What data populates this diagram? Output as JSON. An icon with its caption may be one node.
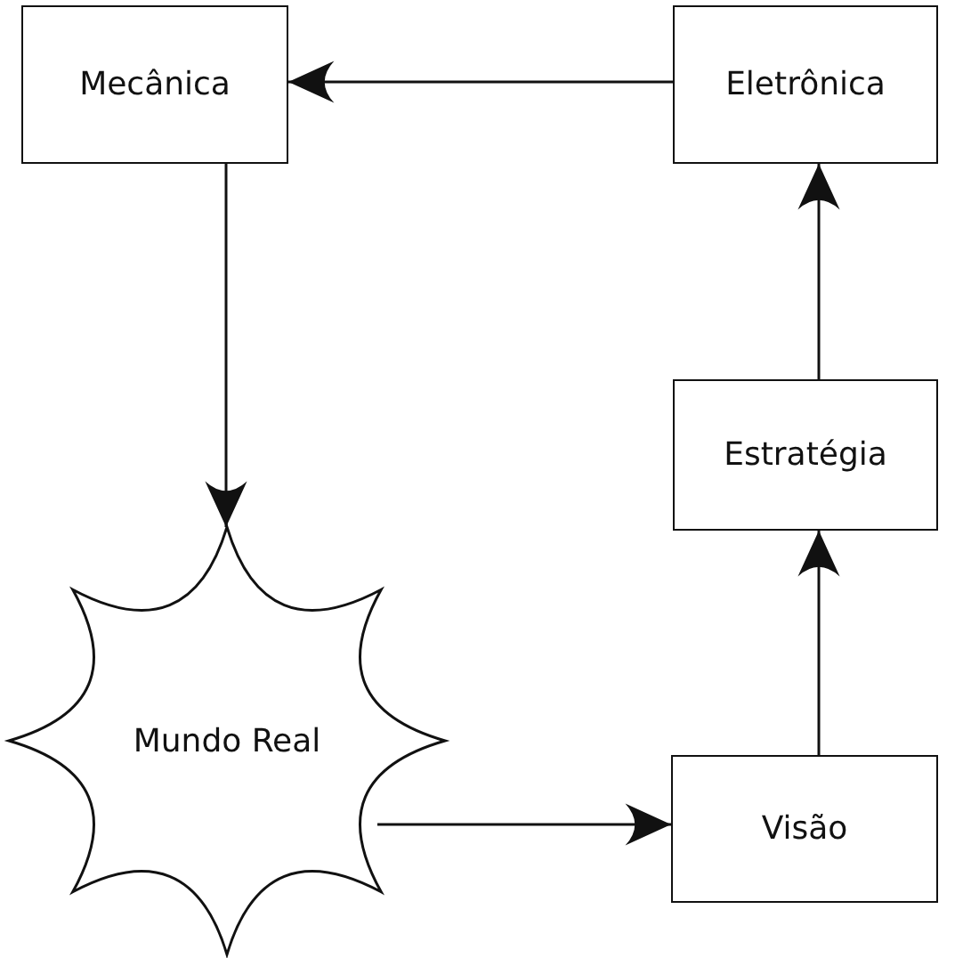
{
  "diagram": {
    "nodes": [
      {
        "text": [
          "Mecânica"
        ]
      },
      {
        "text": [
          "Eletrônica"
        ]
      },
      {
        "text": [
          "Estratégia"
        ]
      },
      {
        "text": [
          "Mundo Real"
        ]
      },
      {
        "text": [
          "Visão"
        ]
      }
    ],
    "edges": [
      {
        "from": 1,
        "to": 0,
        "arrow": "to"
      },
      {
        "from": 0,
        "to": 3,
        "arrow": "to"
      },
      {
        "from": 3,
        "to": 4,
        "arrow": "to"
      },
      {
        "from": 4,
        "to": 2,
        "arrow": "to"
      },
      {
        "from": 2,
        "to": 1,
        "arrow": "to"
      }
    ]
  }
}
